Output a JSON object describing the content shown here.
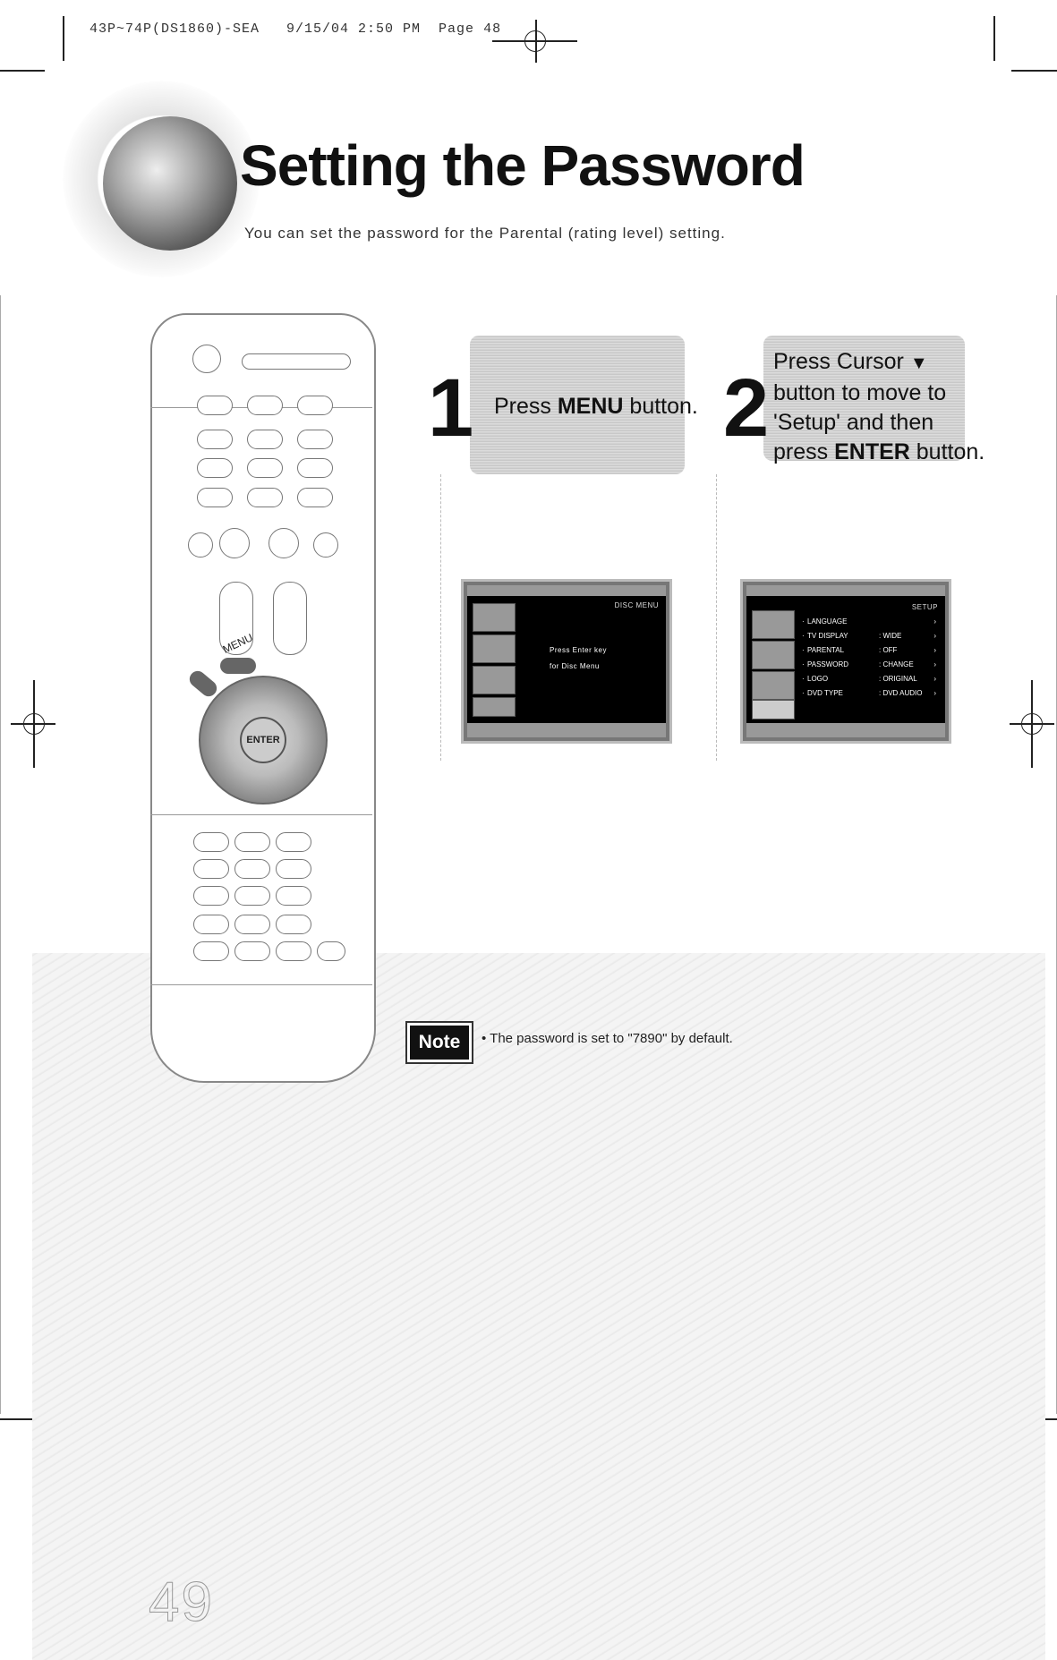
{
  "print_header": "43P~74P(DS1860)-SEA   9/15/04 2:50 PM  Page 48",
  "title": "Setting the Password",
  "subtitle": "You can set the password for the Parental (rating level) setting.",
  "steps": [
    {
      "number": "1",
      "text_before": "Press ",
      "bold": "MENU",
      "text_after": " button."
    },
    {
      "number": "2",
      "line1": "Press Cursor",
      "line2": "button to move to",
      "line3": "'Setup' and then",
      "line4_before": "press ",
      "line4_bold": "ENTER",
      "line4_after": " button."
    }
  ],
  "screen1": {
    "header": "DISC MENU",
    "line1": "Press Enter key",
    "line2": "for Disc Menu"
  },
  "screen2": {
    "header": "SETUP",
    "rows": [
      {
        "label": "LANGUAGE",
        "value": ""
      },
      {
        "label": "TV DISPLAY",
        "value": ": WIDE"
      },
      {
        "label": "PARENTAL",
        "value": ": OFF"
      },
      {
        "label": "PASSWORD",
        "value": ": CHANGE"
      },
      {
        "label": "LOGO",
        "value": ": ORIGINAL"
      },
      {
        "label": "DVD TYPE",
        "value": ": DVD AUDIO"
      }
    ]
  },
  "remote": {
    "menu_label": "MENU",
    "enter_label": "ENTER"
  },
  "note": {
    "badge": "Note",
    "text": "The password is set to \"7890\" by default."
  },
  "page_number": "49"
}
